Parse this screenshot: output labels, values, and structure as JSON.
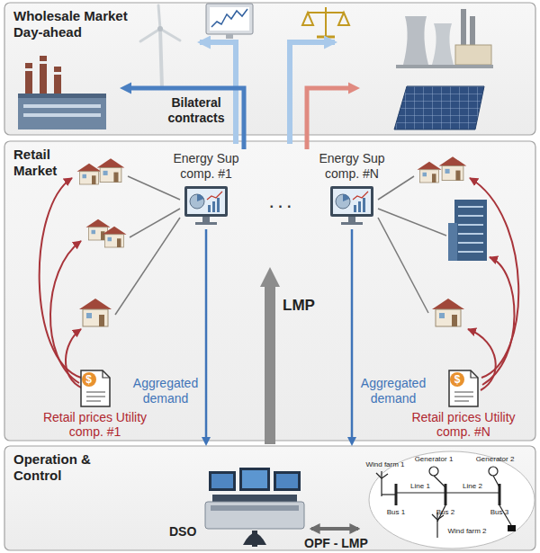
{
  "diagram": {
    "nodes": [
      {
        "text": [
          "Wholesale Market Day-ahead"
        ]
      },
      {
        "text": [
          "Retail Market"
        ]
      },
      {
        "text": [
          "Energy Sup comp. #1"
        ],
        "in": 1
      },
      {
        "text": [
          "Energy Sup comp. #N"
        ],
        "in": 1
      },
      {
        "text": [
          "Retail prices Utility comp. #1"
        ],
        "in": 1
      },
      {
        "text": [
          "Retail prices Utility comp. #N"
        ],
        "in": 1
      },
      {
        "text": [
          "Operation & Control"
        ]
      }
    ],
    "edges": [
      {
        "from": 2,
        "to": 0,
        "arrow": "to"
      },
      {
        "from": 3,
        "to": 0,
        "arrow": "to"
      },
      {
        "from": 2,
        "to": 6,
        "label": "Aggregated demand",
        "arrow": "to"
      },
      {
        "from": 3,
        "to": 6,
        "label": "Aggregated demand",
        "arrow": "to"
      },
      {
        "from": 6,
        "to": 1,
        "label": "LMP",
        "arrow": "to"
      }
    ],
    "labels": [
      "Bilateral contracts",
      "· · ·",
      "$",
      "$",
      "DSO",
      "OPF - LMP",
      "Generator 1",
      "Generator 2",
      "Wind farm 1",
      "Line 1",
      "Line 2",
      "Bus 1",
      "Bus 2",
      "Bus 3",
      "Wind farm 2"
    ]
  }
}
